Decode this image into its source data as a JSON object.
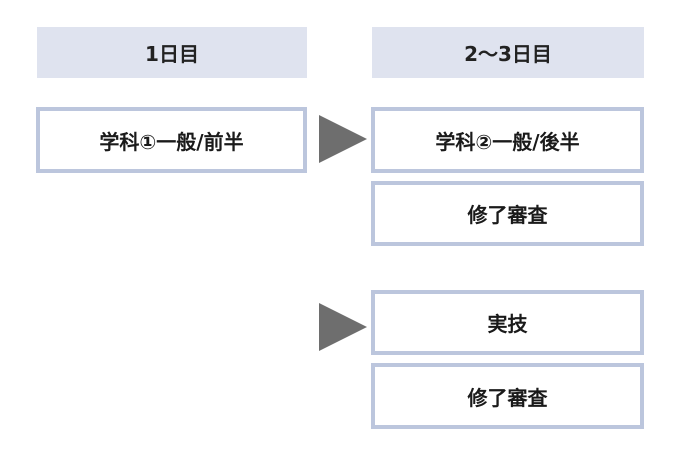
{
  "headers": {
    "day1": "1日目",
    "day23": "2～3日目"
  },
  "boxes": {
    "gakka1": "学科①一般/前半",
    "gakka2": "学科②一般/後半",
    "shuryo1": "修了審査",
    "jitsugi": "実技",
    "shuryo2": "修了審査"
  },
  "colors": {
    "header_bg": "#dfe3ef",
    "box_border": "#bcc6dd",
    "arrow": "#6e6e6e"
  }
}
